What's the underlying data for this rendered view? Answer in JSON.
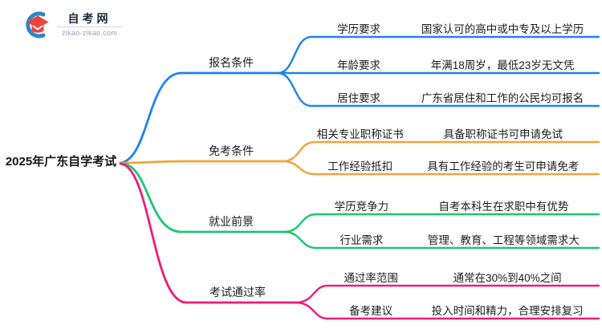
{
  "logo": {
    "site_name": "自考网",
    "domain": "zikao-zikao.com",
    "cap_color": "#e8453c",
    "swoosh_color": "#2e86c8"
  },
  "root": {
    "label": "2025年广东自学考试"
  },
  "branches": [
    {
      "label": "报名条件",
      "color": "#1e83f0",
      "children": [
        {
          "label": "学历要求",
          "value": "国家认可的高中或中专及以上学历"
        },
        {
          "label": "年龄要求",
          "value": "年满18周岁，最低23岁无文凭"
        },
        {
          "label": "居住要求",
          "value": "广东省居住和工作的公民均可报名"
        }
      ]
    },
    {
      "label": "免考条件",
      "color": "#f2a33b",
      "children": [
        {
          "label": "相关专业职称证书",
          "value": "具备职称证书可申请免试"
        },
        {
          "label": "工作经验抵扣",
          "value": "具有工作经验的考生可申请免考"
        }
      ]
    },
    {
      "label": "就业前景",
      "color": "#1cc56f",
      "children": [
        {
          "label": "学历竞争力",
          "value": "自考本科生在求职中有优势"
        },
        {
          "label": "行业需求",
          "value": "管理、教育、工程等领域需求大"
        }
      ]
    },
    {
      "label": "考试通过率",
      "color": "#f1197d",
      "children": [
        {
          "label": "通过率范围",
          "value": "通常在30%到40%之间"
        },
        {
          "label": "备考建议",
          "value": "投入时间和精力，合理安排复习"
        }
      ]
    }
  ]
}
